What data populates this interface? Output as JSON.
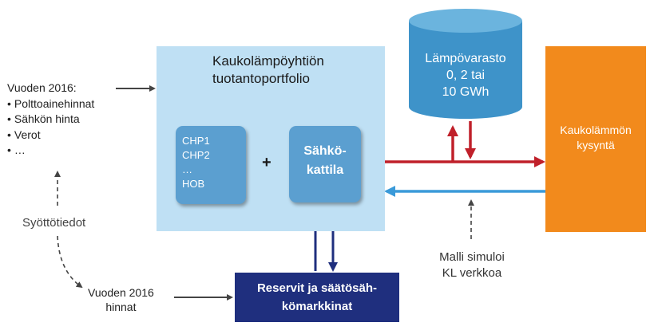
{
  "inputs": {
    "heading": "Vuoden 2016:",
    "items": [
      "Polttoainehinnat",
      "Sähkön hinta",
      "Verot",
      "…"
    ]
  },
  "input_data_label": "Syöttötiedot",
  "prices_label": {
    "line1": "Vuoden 2016",
    "line2": "hinnat"
  },
  "portfolio": {
    "title_line1": "Kaukolämpöyhtiön",
    "title_line2": "tuotantoportfolio",
    "plants": [
      "CHP1",
      "CHP2",
      "…",
      "HOB"
    ],
    "plus": "+",
    "boiler_line1": "Sähkö-",
    "boiler_line2": "kattila"
  },
  "storage": {
    "line1": "Lämpövarasto",
    "line2": "0, 2 tai",
    "line3": "10 GWh"
  },
  "demand": {
    "line1": "Kaukolämmön",
    "line2": "kysyntä"
  },
  "market": {
    "line1": "Reservit ja säätösäh-",
    "line2": "kömarkkinat"
  },
  "simulation": {
    "line1": "Malli simuloi",
    "line2": "KL verkkoa"
  },
  "colors": {
    "portfolio_bg": "#bfe0f4",
    "plant_box": "#5b9fd0",
    "storage": "#3e93c9",
    "demand": "#f28a1c",
    "market": "#1f2f7e",
    "supply_arrow": "#c0202a",
    "return_arrow": "#3a9ad9",
    "market_arrow": "#1f2f7e"
  }
}
